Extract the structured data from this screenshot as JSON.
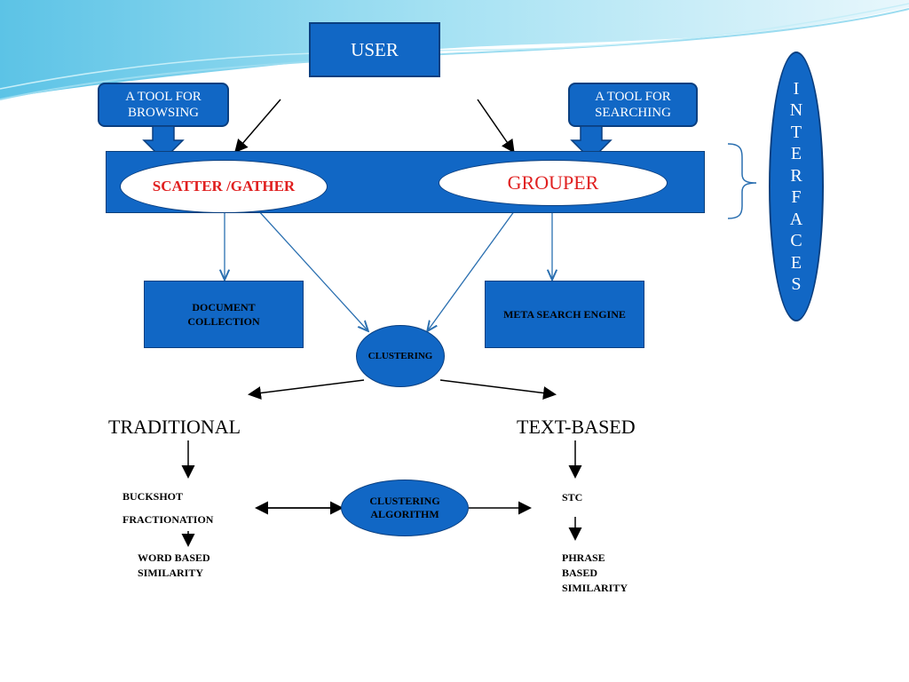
{
  "user": "USER",
  "tool_browsing": "A  TOOL  FOR BROWSING",
  "tool_searching": "A  TOOL  FOR SEARCHING",
  "scatter_gather": "SCATTER /GATHER",
  "grouper": "GROUPER",
  "interfaces": [
    "I",
    "N",
    "T",
    "E",
    "R",
    "F",
    "A",
    "C",
    "E",
    "S"
  ],
  "document_collection": "DOCUMENT COLLECTION",
  "meta_search_engine": "META SEARCH ENGINE",
  "clustering": "CLUSTERING",
  "traditional": "TRADITIONAL",
  "text_based": "TEXT-BASED",
  "buckshot": "BUCKSHOT",
  "fractionation": "FRACTIONATION",
  "word_based_similarity": "WORD BASED SIMILARITY",
  "clustering_algorithm": "CLUSTERING ALGORITHM",
  "stc": "STC",
  "phrase_based_similarity": "PHRASE BASED SIMILARITY",
  "colors": {
    "box_blue": "#1167c5",
    "accent_red": "#e02020",
    "wave": "#7fd3ee"
  }
}
